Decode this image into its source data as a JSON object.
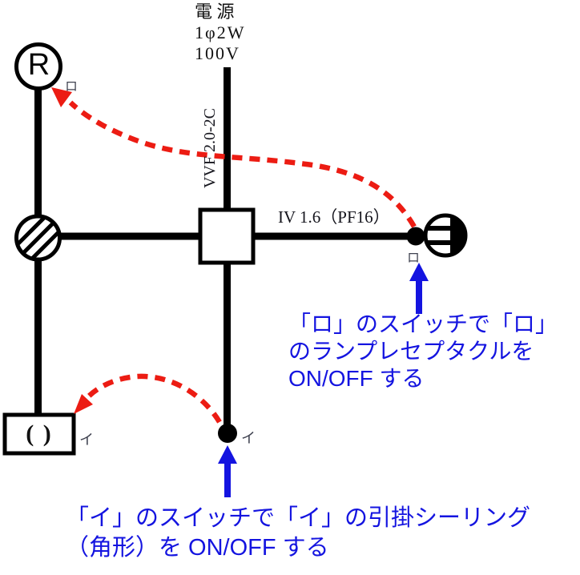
{
  "colors": {
    "wire": "#000000",
    "annotation_blue": "#1414e0",
    "arrow_red": "#ec1c13",
    "tag_color": "#3f4250"
  },
  "power": {
    "line1": "電 源",
    "line2": "1φ2W",
    "line3": "100V"
  },
  "cables": {
    "vvf": "VVF 2.0-2C",
    "iv": "IV 1.6（PF16）"
  },
  "symbols": {
    "lamp_receptacle": {
      "letter": "R",
      "tag": "ロ"
    },
    "hook_ceiling": {
      "glyph": "( )",
      "tag": "イ"
    },
    "switch_ro": {
      "tag": "ロ"
    },
    "switch_i": {
      "tag": "イ"
    }
  },
  "annotations": {
    "ro": {
      "line1": "「ロ」のスイッチで「ロ」",
      "line2": "のランプレセプタクルを",
      "line3": "ON/OFF する"
    },
    "i": {
      "line1": "「イ」のスイッチで「イ」の引掛シーリング",
      "line2": "（角形）を ON/OFF する"
    }
  }
}
